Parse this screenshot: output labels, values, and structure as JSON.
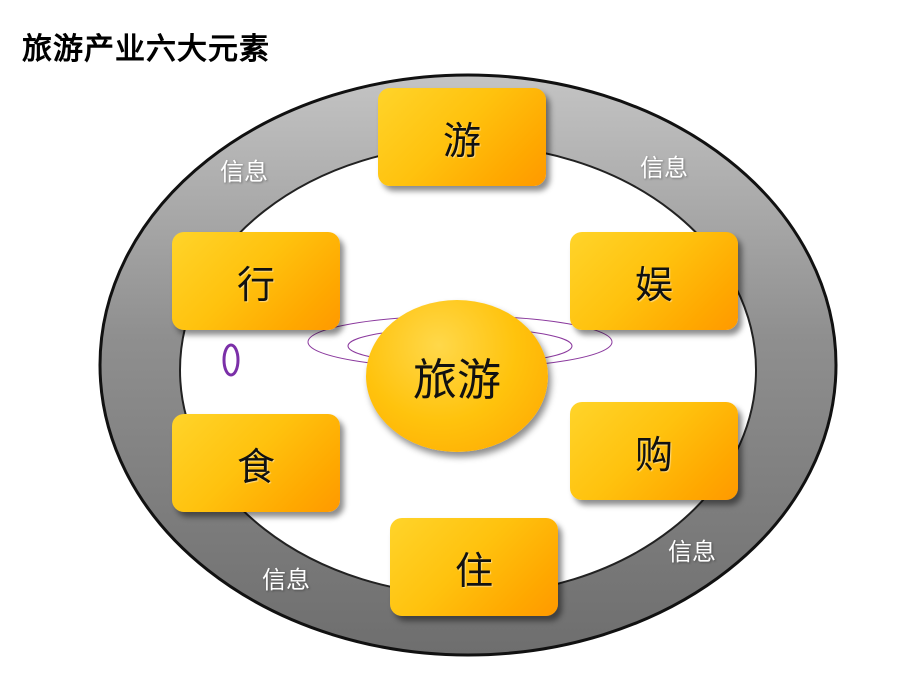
{
  "title": "旅游产业六大元素",
  "center": {
    "label": "旅游"
  },
  "nodes": {
    "you": "游",
    "xing": "行",
    "yu": "娱",
    "shi": "食",
    "gou": "购",
    "zhu": "住"
  },
  "info_labels": {
    "top_left": "信息",
    "top_right": "信息",
    "bottom_left": "信息",
    "bottom_right": "信息"
  },
  "colors": {
    "ring": "#8a8a8a",
    "node_fill": "#ffc20e",
    "orbit": "#8b3a9e"
  }
}
